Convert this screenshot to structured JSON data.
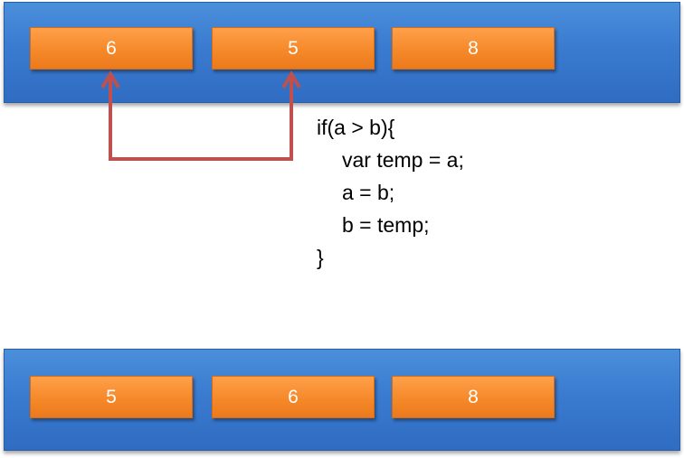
{
  "array_before": [
    "6",
    "5",
    "8"
  ],
  "array_after": [
    "5",
    "6",
    "8"
  ],
  "code_lines": [
    "if(a > b){",
    "var temp = a;",
    "a = b;",
    "b = temp;",
    "}"
  ],
  "colors": {
    "panel": "#3a7bd0",
    "cell": "#f5892a",
    "arrow": "#c0504d",
    "cell_text": "#ffffff"
  }
}
